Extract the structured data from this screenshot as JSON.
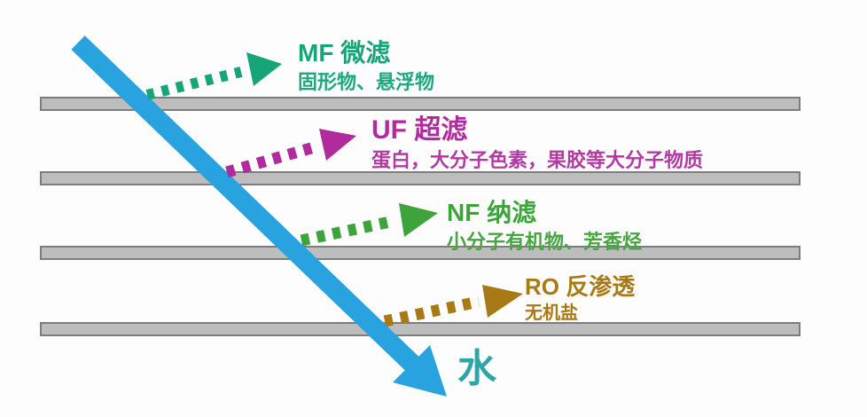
{
  "diagram": {
    "kind": "membrane-filtration-diagram",
    "water_label": "水",
    "membranes": [
      {
        "id": "mf",
        "label": "MF 微滤",
        "removes": "固形物、悬浮物",
        "color": "#17a476"
      },
      {
        "id": "uf",
        "label": "UF 超滤",
        "removes": "蛋白，大分子色素，果胶等大分子物质",
        "color": "#b02c9d"
      },
      {
        "id": "nf",
        "label": "NF 纳滤",
        "removes": "小分子有机物、芳香烃",
        "color": "#3da33a"
      },
      {
        "id": "ro",
        "label": "RO 反渗透",
        "removes": "无机盐",
        "color": "#a87a15"
      }
    ],
    "colors": {
      "feed_arrow_blue": "#29a3df",
      "water_text_teal": "#2fa5a8",
      "bar_fill": "#bdbdbd",
      "bar_border": "#7d7d7d"
    }
  }
}
